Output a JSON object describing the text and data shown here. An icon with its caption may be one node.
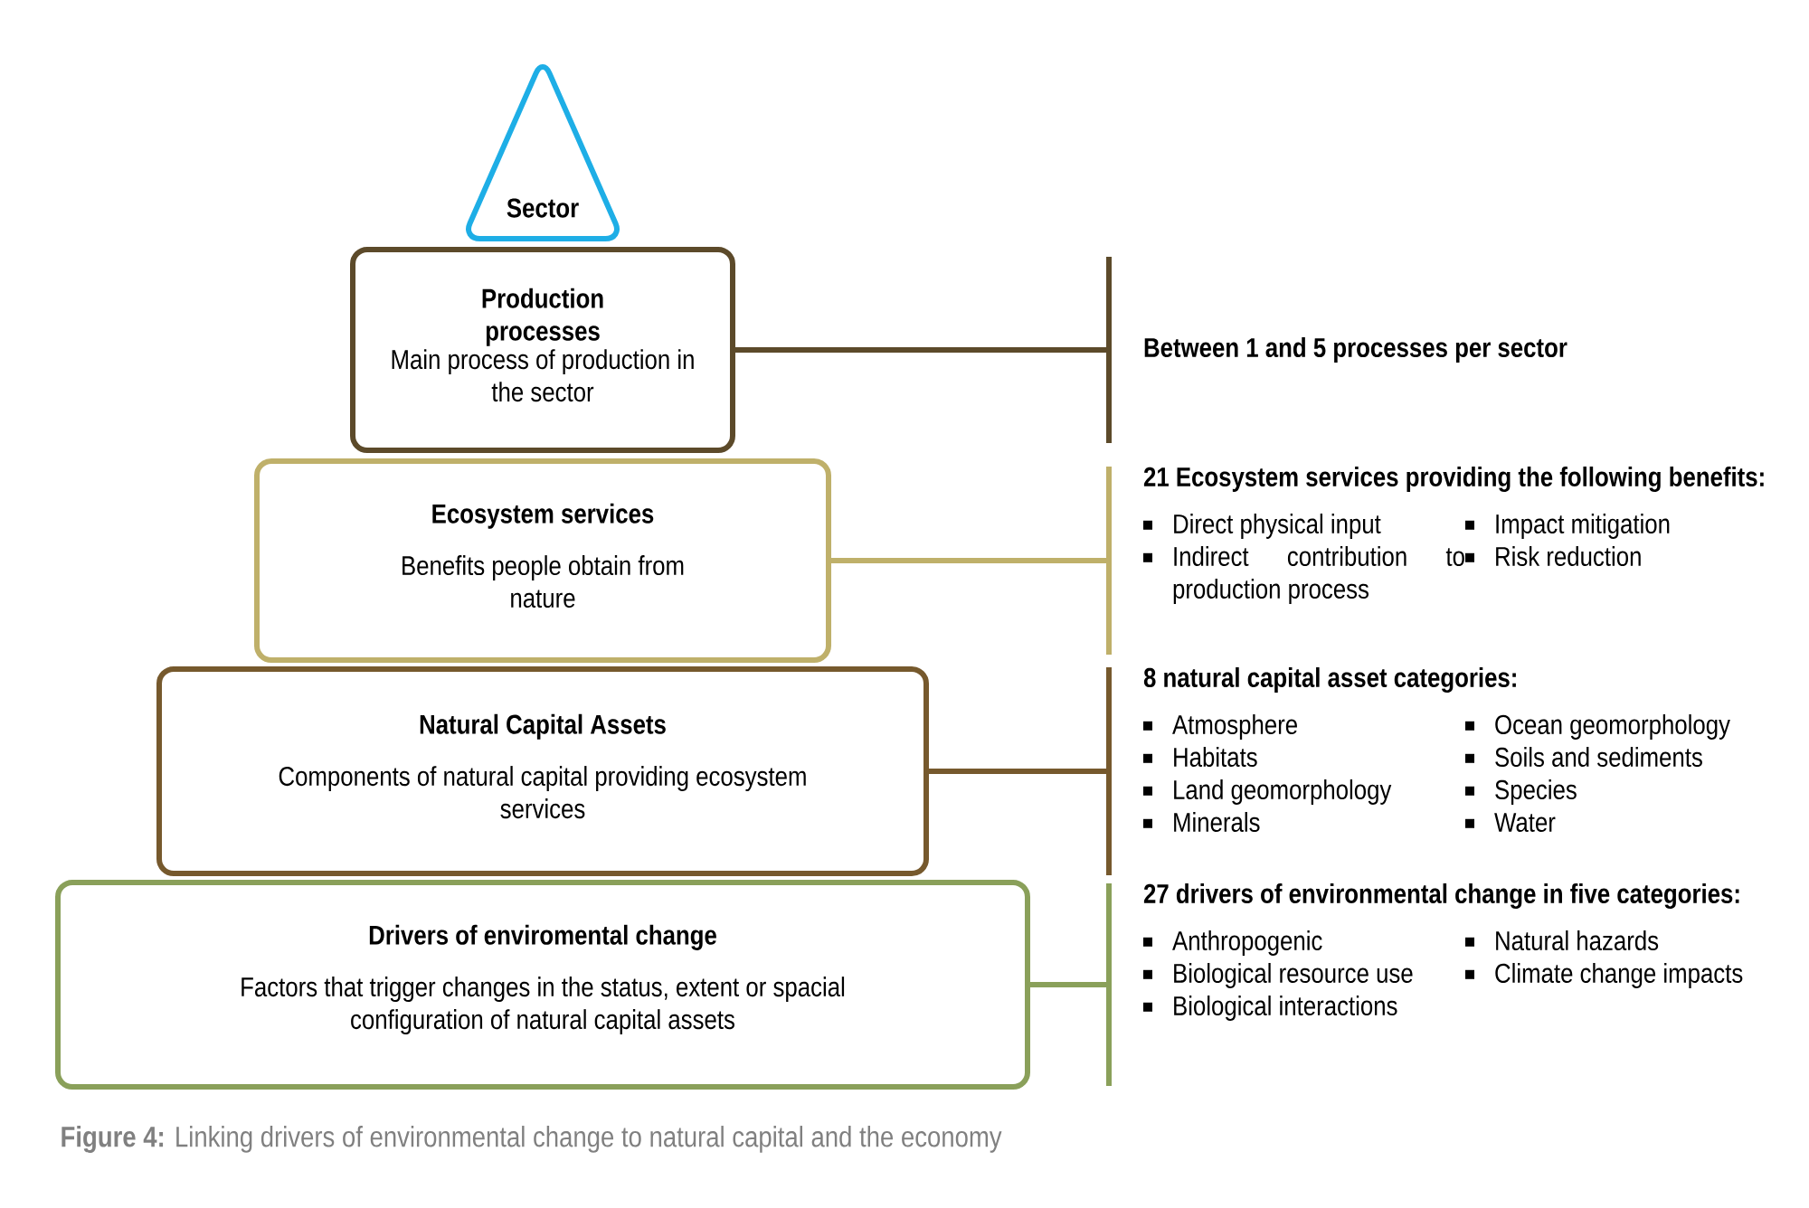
{
  "diagram": {
    "caption": "**Figure 4:** Linking drivers of environmental change to natural capital and the economy",
    "nodes": [
      {
        "text": [
          "Sector"
        ]
      },
      {
        "text": [
          "Production processes",
          "Main process of production in the sector"
        ]
      },
      {
        "text": [
          "Ecosystem services",
          "Benefits people obtain from nature"
        ]
      },
      {
        "text": [
          "Natural Capital Assets",
          "Components of natural capital providing ecosystem services"
        ]
      },
      {
        "text": [
          "Drivers of enviromental change",
          "Factors that trigger changes in the status, extent or spacial configuration of natural capital assets"
        ]
      },
      {
        "text": [
          "Between 1 and 5 processes per sector"
        ]
      },
      {
        "text": [
          "21 Ecosystem services providing the following benefits:",
          "Direct physical input",
          "Indirect contribution to production process",
          "Impact mitigation",
          "Risk reduction"
        ]
      },
      {
        "text": [
          "8 natural capital asset categories:",
          "Atmosphere",
          "Habitats",
          "Land geomorphology",
          "Minerals",
          "Ocean geomorphology",
          "Soils and sediments",
          "Species",
          "Water"
        ]
      },
      {
        "text": [
          "27 drivers of environmental change in five categories:",
          "Anthropogenic",
          "Biological resource use",
          "Biological interactions",
          "Natural hazards",
          "Climate change impacts"
        ]
      }
    ],
    "edges": [
      {
        "from": 1,
        "to": 5,
        "arrow": "none",
        "color": "#5c4a2a"
      },
      {
        "from": 2,
        "to": 6,
        "arrow": "none",
        "color": "#bfb06a"
      },
      {
        "from": 3,
        "to": 7,
        "arrow": "none",
        "color": "#76592d"
      },
      {
        "from": 4,
        "to": 8,
        "arrow": "none",
        "color": "#8aa05a"
      }
    ]
  }
}
